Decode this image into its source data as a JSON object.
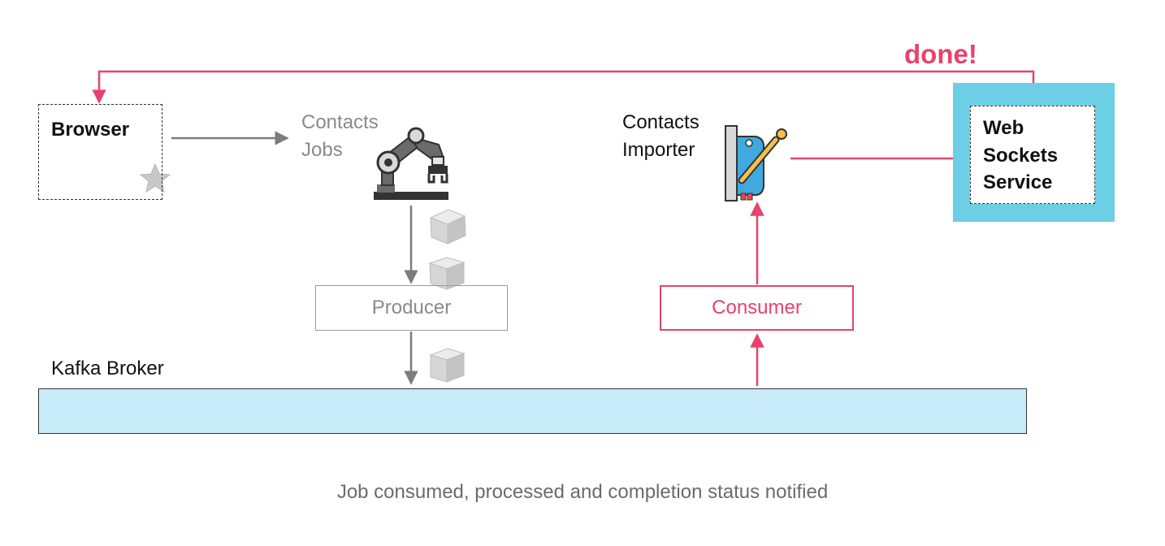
{
  "done_label": "done!",
  "browser": {
    "label": "Browser"
  },
  "contacts_jobs": {
    "line1": "Contacts",
    "line2": "Jobs"
  },
  "contacts_importer": {
    "line1": "Contacts",
    "line2": "Importer"
  },
  "web_sockets": {
    "line1": "Web",
    "line2": "Sockets",
    "line3": "Service"
  },
  "producer": {
    "label": "Producer"
  },
  "consumer": {
    "label": "Consumer"
  },
  "kafka": {
    "label": "Kafka Broker"
  },
  "caption": "Job consumed, processed and completion status notified",
  "icons": [
    "star-icon",
    "robot-arm-icon",
    "message-cube-icon",
    "importer-machine-icon"
  ],
  "colors": {
    "accent": "#e8426e",
    "grey_flow": "#8a8a8a",
    "websocket_bg": "#6ccfe6",
    "broker_fill": "#c9ecfb"
  }
}
